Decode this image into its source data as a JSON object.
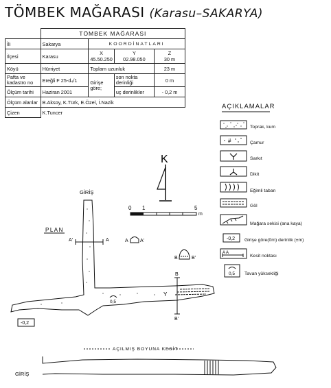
{
  "title": {
    "main": "TÖMBEK MAĞARASI",
    "sub": "(Karasu–SAKARYA)"
  },
  "info_table": {
    "header": "TÖMBEK MAĞARASI",
    "coord_header": "KOORDİNATLARI",
    "coord_x": "X",
    "coord_y": "Y",
    "coord_z": "Z",
    "ili_label": "İli",
    "ili_value": "Sakarya",
    "ilcesi_label": "İlçesi",
    "ilcesi_value": "Karasu",
    "x_value": "45.50.250",
    "y_value": "02.98.050",
    "z_value": "30 m",
    "koyu_label": "Köyü",
    "koyu_value": "Hürriyet",
    "length_label": "Toplam uzunluk",
    "length_value": "23 m",
    "pafta_label_1": "Pafta ve",
    "pafta_label_2": "kadastro no",
    "pafta_value": "Ereğli F 25-d₄/1",
    "girise_label_1": "Girişe",
    "girise_label_2": "göre;",
    "lastpoint_label_1": "son nokta",
    "lastpoint_label_2": "derinliği",
    "lastpoint_value": "0 m",
    "date_label": "Ölçüm tarihi",
    "date_value": "Haziran 2001",
    "depth_label": "uç derinlikler",
    "depth_value": "- 0,2 m",
    "surveyors_label": "Ölçüm alanlar",
    "surveyors_value": "B.Aksoy, K.Türk, E.Özel, İ.Nazik",
    "drawer_label": "Çizen",
    "drawer_value": "K.Tuncer"
  },
  "legend": {
    "title": "AÇIKLAMALAR",
    "items": [
      {
        "symbol": "soil",
        "label": "Toprak, kum"
      },
      {
        "symbol": "mud",
        "label": "Çamur"
      },
      {
        "symbol": "stalactite",
        "label": "Sarkıt"
      },
      {
        "symbol": "stalagmite",
        "label": "Dikit"
      },
      {
        "symbol": "sloped-floor",
        "label": "Eğimli taban"
      },
      {
        "symbol": "lake",
        "label": "Göl"
      },
      {
        "symbol": "cave-bench",
        "label": "Mağara sekisi (ana kaya)"
      },
      {
        "symbol": "depth",
        "label": "Girişe göre(0m) derinlik (±m)",
        "box_value": "-0,2"
      },
      {
        "symbol": "section-point",
        "label": "Kesit noktası",
        "letters": "A A"
      },
      {
        "symbol": "ceiling-height",
        "label": "Tavan yüksekliği",
        "value": "0,5"
      }
    ]
  },
  "north": {
    "label": "K"
  },
  "scale_bar": {
    "labels": [
      "0",
      "1",
      "5"
    ],
    "unit": "m"
  },
  "plan": {
    "title": "PLAN",
    "entrance_label": "GİRİŞ",
    "section_a": "A",
    "section_a_prime": "A'",
    "section_b": "B",
    "section_b_prime": "B'",
    "ceiling_height": "0,5",
    "depth_box": "-0,2",
    "stalactite_letter": "Y"
  },
  "profile": {
    "title": "AÇILMIŞ BOYUNA KESİT",
    "entrance_label": "GİRİŞ"
  }
}
